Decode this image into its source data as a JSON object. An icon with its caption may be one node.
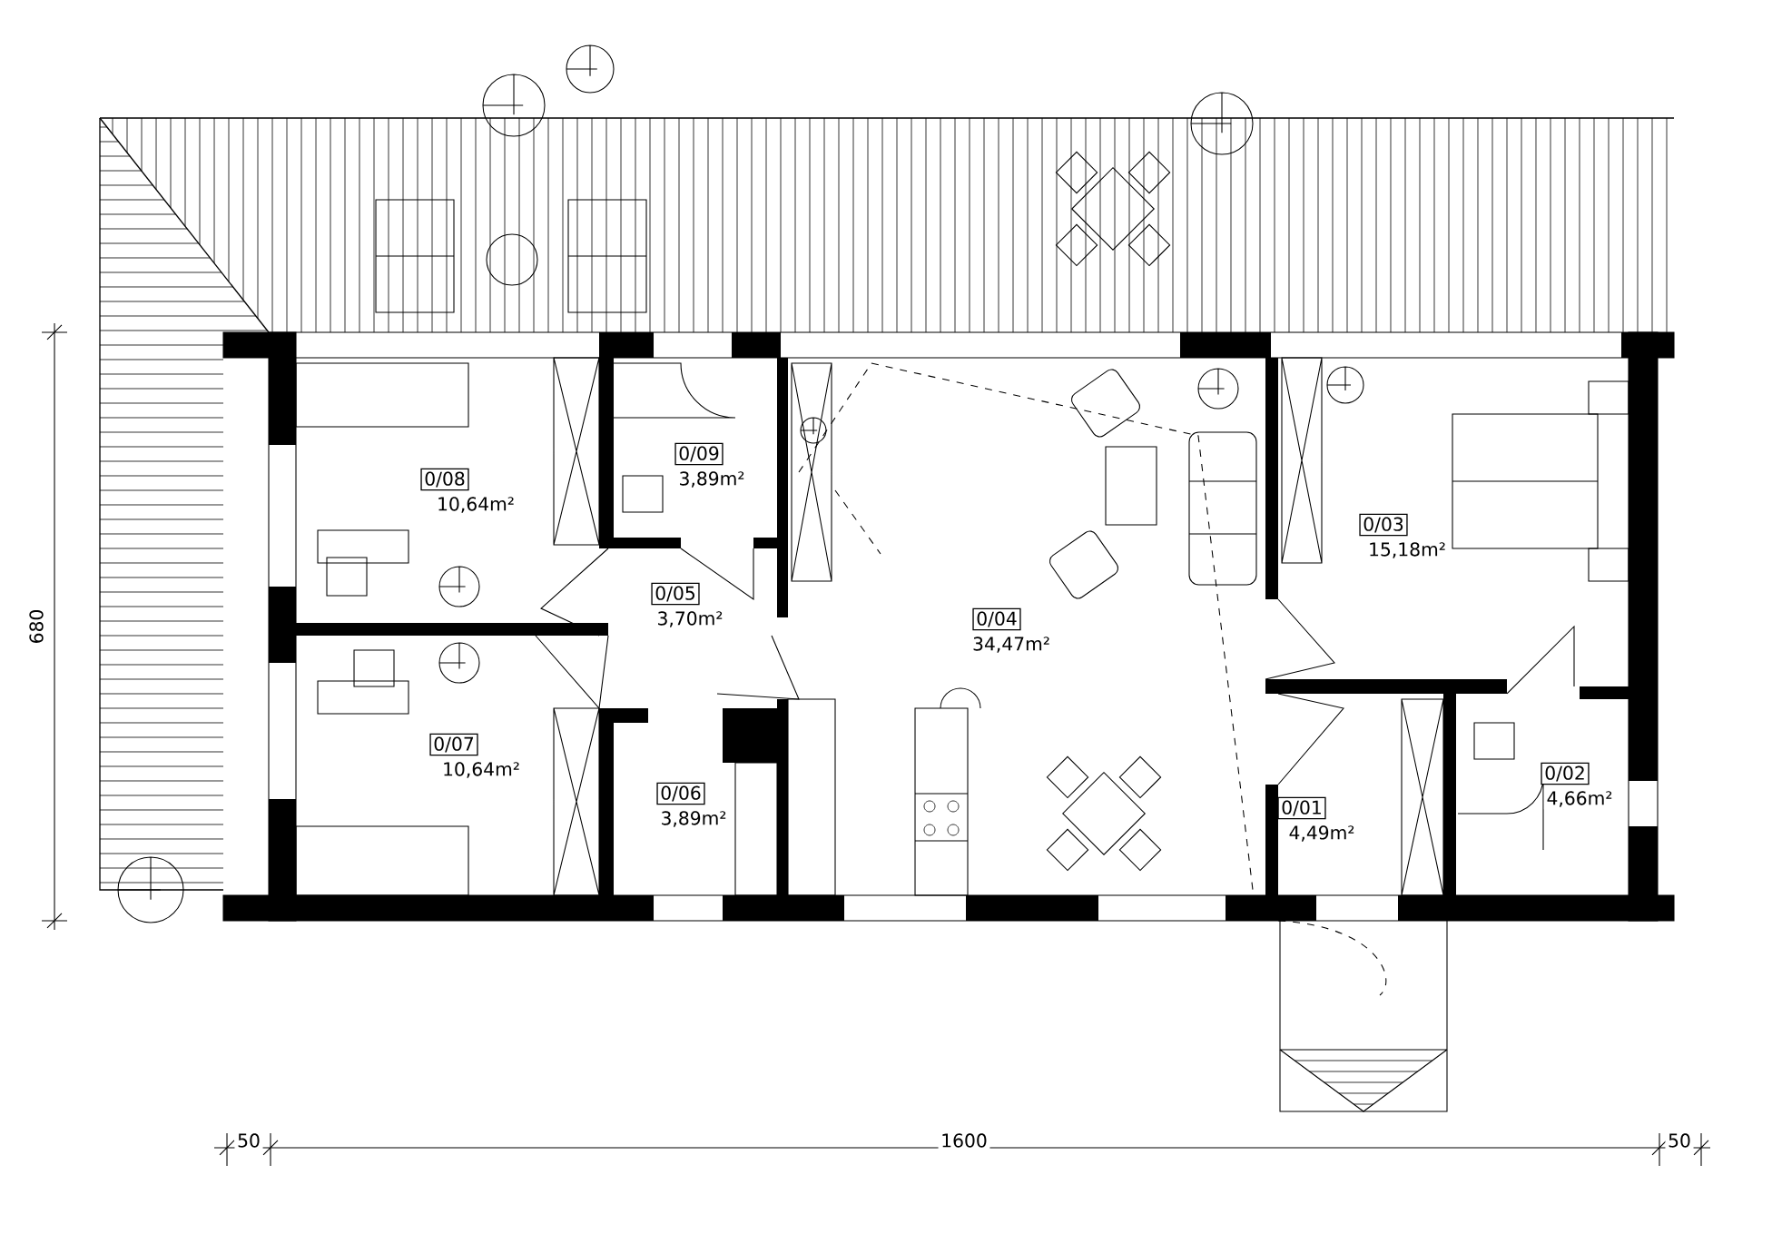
{
  "diagram": {
    "nodes": [
      {
        "text": [
          "0/08",
          "10,64m²"
        ]
      },
      {
        "text": [
          "0/09",
          "3,89m²"
        ]
      },
      {
        "text": [
          "0/05",
          "3,70m²"
        ]
      },
      {
        "text": [
          "0/04",
          "34,47m²"
        ]
      },
      {
        "text": [
          "0/03",
          "15,18m²"
        ]
      },
      {
        "text": [
          "0/07",
          "10,64m²"
        ]
      },
      {
        "text": [
          "0/06",
          "3,89m²"
        ]
      },
      {
        "text": [
          "0/01",
          "4,49m²"
        ]
      },
      {
        "text": [
          "0/02",
          "4,66m²"
        ]
      }
    ],
    "edges": [],
    "labels": [
      "680",
      "50",
      "1600",
      "50"
    ]
  }
}
